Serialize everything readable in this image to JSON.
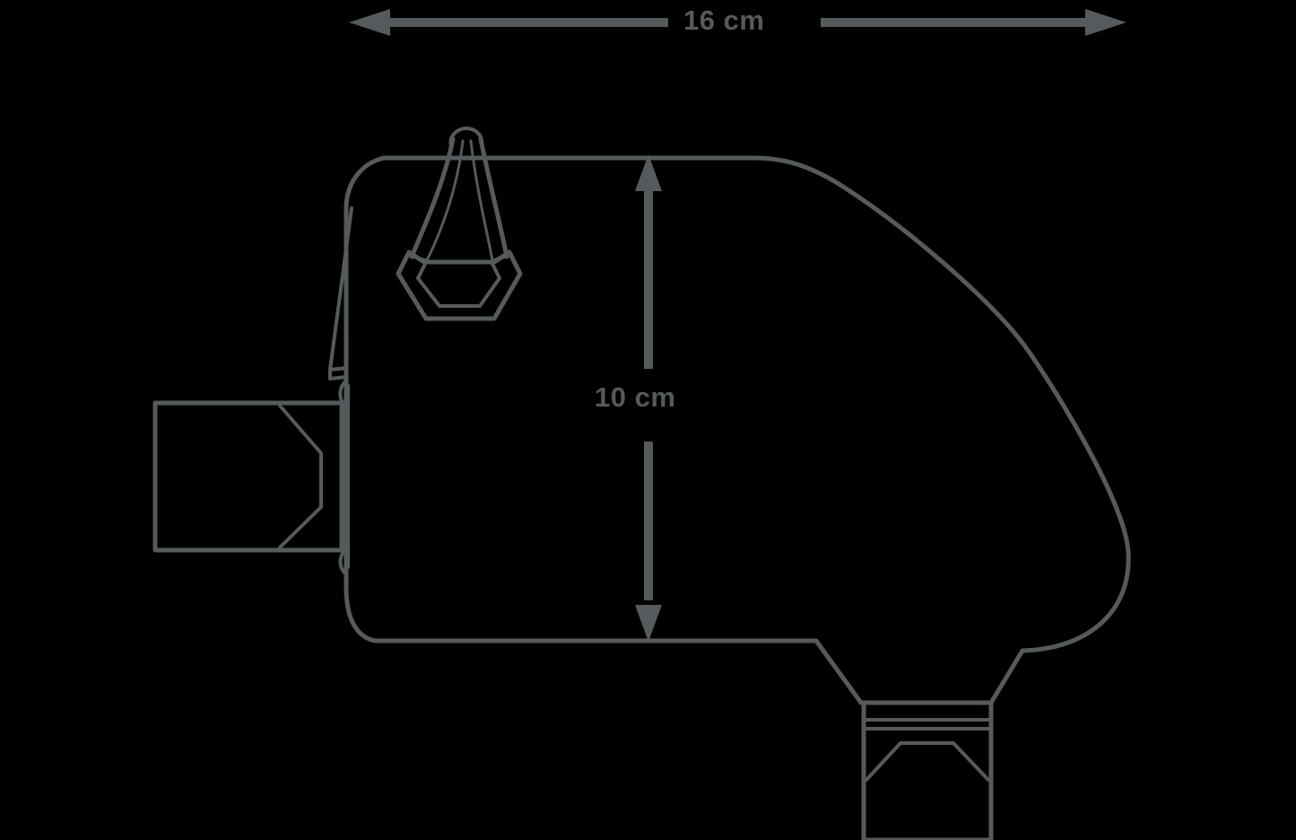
{
  "diagram": {
    "title": "Frame bag side-view dimension drawing",
    "background_color": "#000000",
    "line_color": "#555a5c",
    "line_width": 4,
    "dimensions": {
      "width": {
        "label": "16 cm",
        "value": 16,
        "unit": "cm",
        "orientation": "horizontal",
        "arrow_style": "double-headed"
      },
      "height": {
        "label": "10 cm",
        "value": 10,
        "unit": "cm",
        "orientation": "vertical",
        "arrow_style": "double-headed"
      }
    },
    "parts": [
      {
        "name": "bag-body-outline",
        "description": "Main bag body silhouette"
      },
      {
        "name": "zipper-pull-cord",
        "description": "Zipper pull cord loop at top"
      },
      {
        "name": "zipper-pull-tab",
        "description": "Hexagonal zipper pull tab"
      },
      {
        "name": "left-mounting-strap",
        "description": "Left side mounting strap with buckle"
      },
      {
        "name": "bottom-mounting-strap",
        "description": "Bottom mounting strap with buckle"
      },
      {
        "name": "side-flap-detail",
        "description": "Left edge flap / webbing detail"
      }
    ]
  }
}
